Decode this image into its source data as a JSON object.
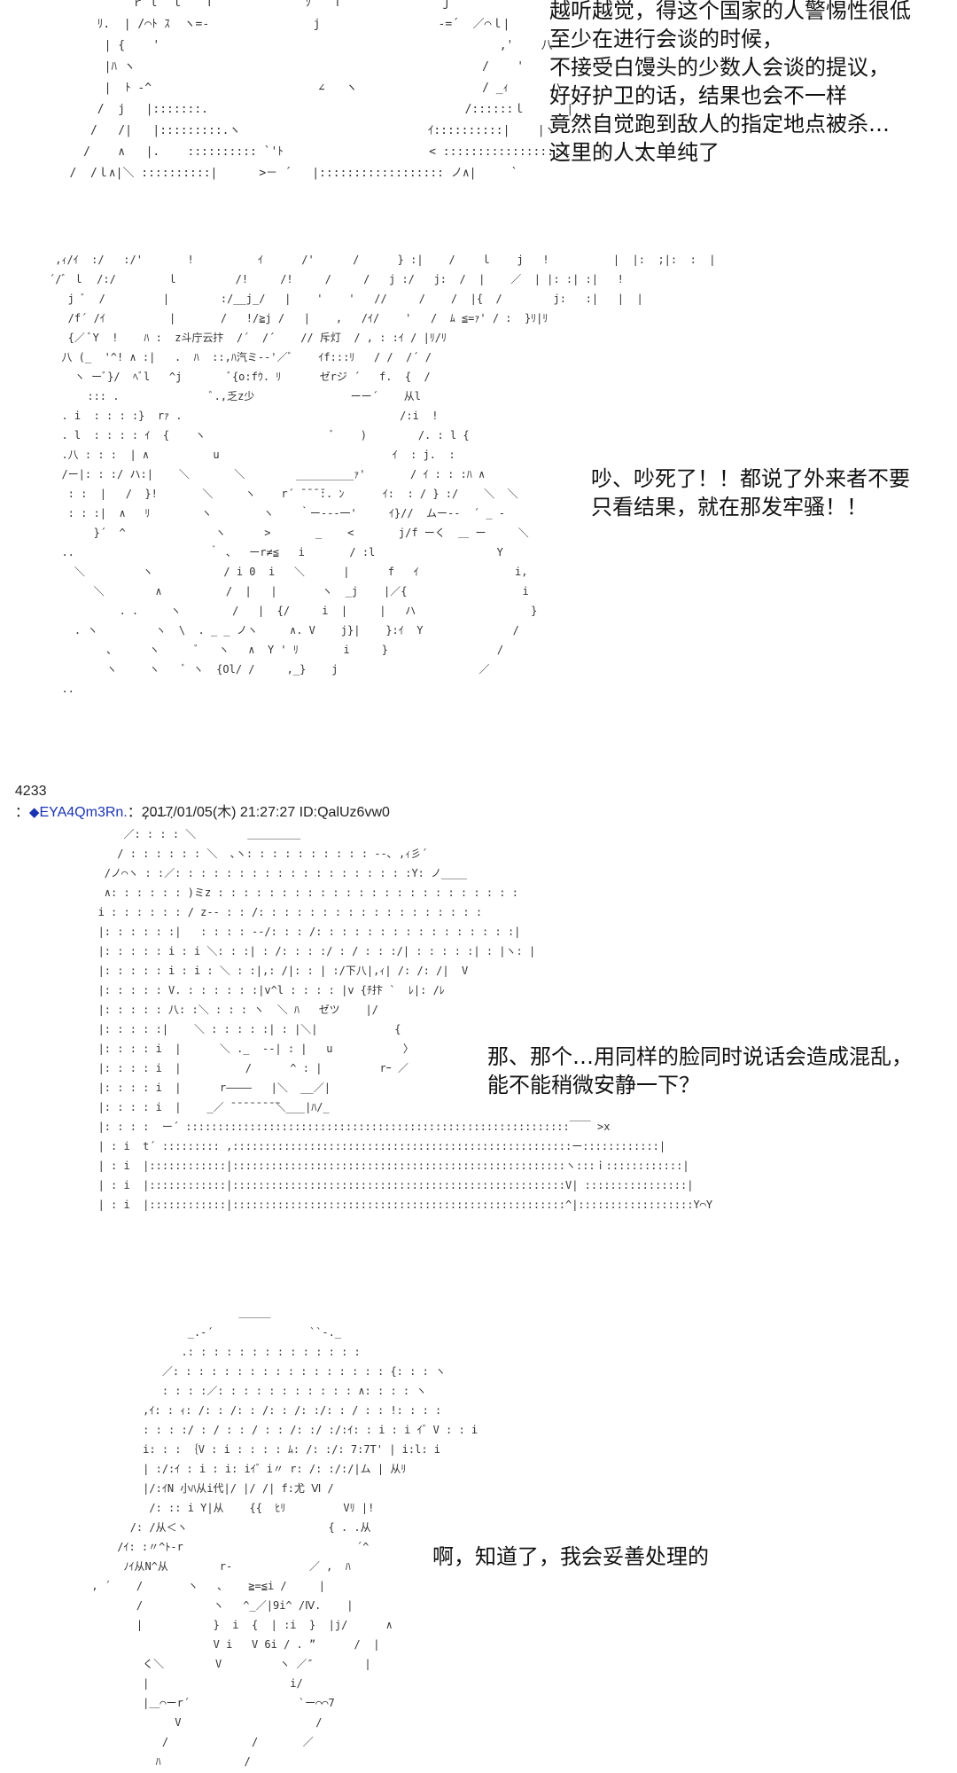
{
  "panels": [
    {
      "art": "            ｒ l  ｌ   ｉ             ｿ   ｉ           `  ｊ\n       ﾘ.  | /⌒ﾄ ｽ  ヽ=-               j                 -=´  ／⌒ｌ|\n        | {    '                                                 ,'    八\n        |ﾊ ヽ                                                  /    '\n        |  ﾄ -^                        ∠   ヽ                  / _ｨ      ハ\n       /  j   |:::::::.                                     /::::::ｌ      |\n      /   /|   |:::::::::.ヽ                           ｲ::::::::::|    |ヽ\n     /    ∧   |.    :::::::::: `'ﾄ                     < :::::::::::::::::ｌ    |    ＼\n   /  /ｌ∧|＼ ::::::::::|      >－ ´   |:::::::::::::::::: ノ∧|     `",
      "text": "越听越觉，得这个国家的人警惕性很低\n至少在进行会谈的时候，\n不接受白馒头的少数人会谈的提议，\n好好护卫的话，结果也会不一样\n竟然自觉跑到敌人的指定地点被杀…\n这里的人太单纯了"
    },
    {
      "art": " ,ｨ/ｲ  :/   :/'       !          ｲ      /'      /      } :|    /    ｌ    j   !          |  |:  ;|:  :  |\n´/ﾞ ｌ  /:/        ｌ         /!     /!     /     /   j :/   j:  /  |    ／  | |: :| :|   !\n   j ﾞ  /         |        :/__j_/   |    '    '   //     /    /  |{  /        j:   :|   |  |\n   /f´ /ｲ          |       /   !/≧j /   |    ,   /ｲ/    '   /  ﾑ ≦=ｧ' / :  }ﾘ|ﾘ\n   {／ ﾞY  !    ﾊ :  z斗庁云抃  /´  /´    // 斥灯  / , : :ｲ / |ﾘ/ﾘ\n  八 (_  '^! ∧ :|   .  ﾊ  ::,ﾊ汽ミ--'／ﾞ    ｲf:::ﾘ   / /  /´ /\n    ヽ ーﾞ}/  ﾍﾞl   ^j       ﾞ{o:fｳ. ﾘ      ゼrジ ´   f.  {  /\n      ::: .              ﾞ.,乏z少               ーー´    从l\n  . i  : : : :}  rｧ .                                  /:i  !\n  . l  : : : : ｲ  {    ヽ                    ﾞ    )        /. : l {\n  .八 : : :  | ∧          u                           ｲ  : j.  :\n  /ー|: : :/ ハ:|    ＼       ＼        _________ｧ'       / ｲ : : :ﾊ ∧\n   : :  |   /  }!       ＼     ヽ    r´ ̄ ̄ ̄ ̄:. ﾝ      ｲ:  : / } :/    ＼  ＼\n   : : :|  ∧   ﾘ        ヽ        ヽ    ｀ー--‐一'     ｲ}//  ムー--  ´ _ -\n       }´  ^              ヽ      >       _    <       j/f ーく  ＿ ー     ＼\n  ..                     ｀ 、  ーr≠≦   i       / :l                   Y\n    ＼         ヽ           / i 0  i   ＼      |      f   ｲ               i,\n       ＼        ∧          /  |   |       ヽ  _j    |／{                  i\n           . .     ヽ        /   |  {/     i  |     |   ハ                  }\n    . ヽ         ヽ  \\  . _ _ ノヽ     ∧. V    j}|    }:ｲ  Y              /\n         、     ヽ      ﾞ   ヽ   ∧  Y ' ﾘ       i     }                 /\n         ヽ     ヽ    ﾞ ヽ  {Ol/ /     ,_}    j                      ／\n  ..",
      "text": "吵、吵死了！！都说了外来者不要\n只看结果，就在那发牢骚！！"
    }
  ],
  "post": {
    "number": "4233",
    "separator": "：",
    "diamond": "◆",
    "trip": "EYA4Qm3Rn.",
    "meta": "：2017/01/05(木) 21:27:27 ID:QalUz6vw0"
  },
  "panels2": [
    {
      "art": "              ,---.\n           ／: : : : ＼        ＿＿＿＿＿\n          / : : : : : : ＼  ､ヽ: : : : : : : : : : --､ ,ｨ彡´\n        /ノ⌒ヽ : :／: : : : : : : : : : : : : : : : : : :Y: ノ____\n        ∧: : : : : : )ミz : : : : : : : : : : : : : : : : : : : : : : : :\n       i : : : : : : / z-- : : /: : : : : : : : : : : : : : : : : :\n       |: : : : : :|   : : : : --/: : : /: : : : : : : : : : : : : : : :|\n       |: : : : : i : i ＼: : :| : /: : : :/ : / : : :/| : : : : :| : |ヽ: |\n       |: : : : : i : i : ＼ : :|,: /|: : | :/下八|,ｨ| /: /: /|  V\n       |: : : : : V. : : : : : :|v^l : : : : |v {ﾁ抃 `  ﾚ|: /ﾚ\n       |: : : : : 八: :＼ : : : ヽ  ＼ ﾊ   ゼツ    |/\n       |: : : : :|    ＼ : : : : :| : |＼|            {\n       |: : : : i  |      ＼ ._  --| : |   u           〉\n       |: : : : i  |          /      ^ : |         rｰ ／\n       |: : : : i  |      r――――   |＼  __／|\n       |: : : : i  |    _／ ̄ ̄ ̄ ̄ ̄ ̄ ̄ ̄＼___|ﾊ/_\n       |: : : :  ー´ ::::::::::::::::::::::::::::::::::::::::::::::::::::::::::::￣￣ >x\n       | : i  t´ ::::::::: ,:::::::::::::::::::::::::::::::::::::::::::::::::::::ー::::::::::::|\n       | : i  |::::::::::::|::::::::::::::::::::::::::::::::::::::::::::::::::::ヽ:::ｉ::::::::::::|\n       | : i  |::::::::::::|::::::::::::::::::::::::::::::::::::::::::::::::::::V| ::::::::::::::::|\n       | : i  |::::::::::::|::::::::::::::::::::::::::::::::::::::::::::::::::::^|::::::::::::::::::Y⌒Y",
      "text": "那、那个…用同样的脸同时说话会造成混乱，\n能不能稍微安静一下？"
    },
    {
      "art": "                             ＿＿＿\n                     _.-´               ``-._\n                    .: : : : : : : : : : : : : :\n                 ／: : : : : : : : : : : : : : : : : {: : : ヽ\n                 : : : :／: : : : : : : : : : : ∧: : : : ヽ\n              ,ｲ: : ｨ: /: : /: : /: : /: :/: : / : : !: : : :\n              : : : :/ : / : : / : : /: :/ :/:ｲ: : i : i ｲ゛V : : i\n              i: : : ｛V : i : : : : ﾑ: /: :/: 7:7T' | i:l: i\n              | :/:ｲ : i : i: iｲ゛i〃 r: /: :/:/|ム | 从ﾘ\n              |/:ｲN 小ﾊ从i代|/ |/ /| f:尤 Ⅵ /\n               /: :: i Y|从    {{  ﾋﾘ         Vﾘ |!\n            /: /从＜ヽ                      { . .从\n          /ｲ: :〃^ﾄ-r                           ´^\n           ﾉｲ从N^从        r-            ／ ,  ﾊ\n      , ´    /       ヽ   ､    ≧=≦i /     |\n             /           ヽ   ^_／|9i^ /Ⅳ.    |\n             |           }  i  {  | :i  }  |j/      ∧\n                         V i   V 6i / . ”      /  |\n              く＼        V         ヽ ／″        |\n              |                      i/\n              |＿⌒ーr´                 `ー⌒⌒7\n                   V                     /\n                 /             /       ／\n                ﾊ             /",
      "text": "啊，知道了，我会妥善处理的"
    }
  ]
}
